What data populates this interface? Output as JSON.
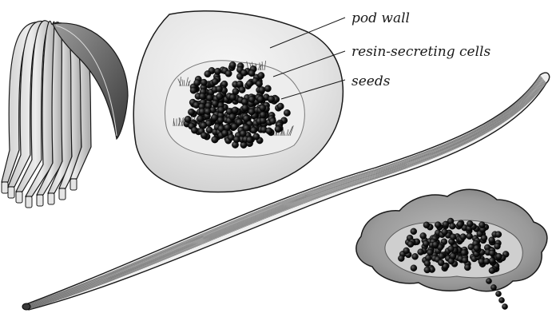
{
  "labels": {
    "pod_wall": "pod wall",
    "resin_cells": "resin-secreting cells",
    "seeds": "seeds"
  },
  "colors": {
    "outline": "#1a1a1a",
    "pod_fill_light": "#f2f2f2",
    "pod_fill_mid": "#d6d6d6",
    "pod_fill_dark": "#a9a9a9",
    "seed": "#111111"
  },
  "figures": [
    "vanilla-bean-cluster",
    "pod-cross-section",
    "long-cured-vanilla-pod",
    "dried-pod-cross-section"
  ]
}
